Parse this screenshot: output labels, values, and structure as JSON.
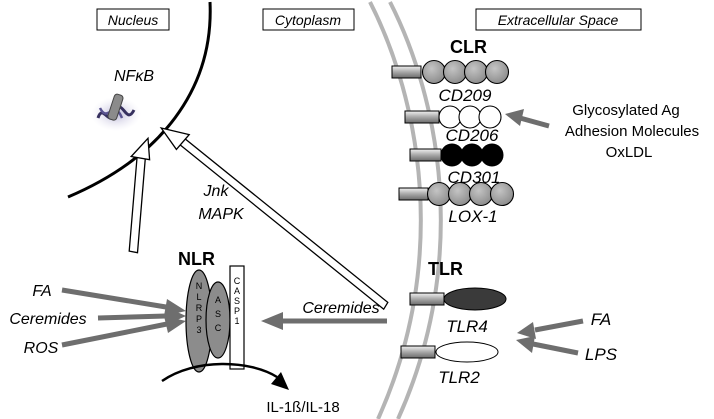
{
  "regions": {
    "nucleus": "Nucleus",
    "cytoplasm": "Cytoplasm",
    "extracellular": "Extracellular Space"
  },
  "nfkb": "NFκB",
  "signaling": {
    "line1": "Jnk",
    "line2": "MAPK"
  },
  "clr": {
    "title": "CLR",
    "receptors": [
      "CD209",
      "CD206",
      "CD301",
      "LOX-1"
    ],
    "ligands": [
      "Glycosylated Ag",
      "Adhesion Molecules",
      "OxLDL"
    ]
  },
  "tlr": {
    "title": "TLR",
    "receptors": [
      "TLR4",
      "TLR2"
    ],
    "ligands": [
      "FA",
      "LPS"
    ]
  },
  "nlr": {
    "title": "NLR",
    "components": [
      "NLRP3",
      "ASC",
      "CASP1"
    ],
    "inputs": [
      "FA",
      "Ceremides",
      "ROS"
    ],
    "cytoplasm_input": "Ceremides",
    "output": "IL-1ß/IL-18"
  },
  "colors": {
    "grey_bead": "#9a9a9a",
    "white_bead": "#ffffff",
    "black_bead": "#000000",
    "tlr4_fill": "#3a3a3a",
    "nlrp3_fill": "#8c8c8c",
    "membrane": "#b4b4b4",
    "arrow_grey": "#6e6e6e"
  }
}
